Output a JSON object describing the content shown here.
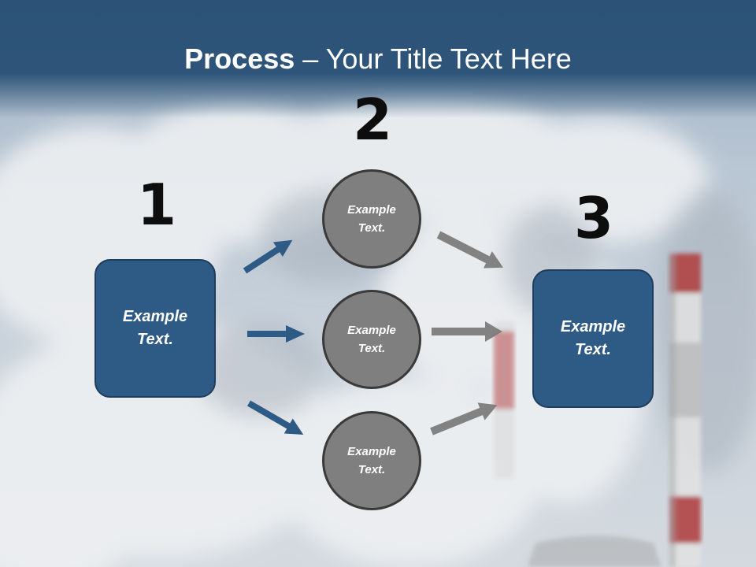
{
  "title": {
    "bold": "Process",
    "rest": " – Your Title Text Here"
  },
  "steps": [
    {
      "number": "1",
      "box_text": "Example Text."
    },
    {
      "number": "2"
    },
    {
      "number": "3",
      "box_text": "Example Text."
    }
  ],
  "circles": [
    {
      "text": "Example Text."
    },
    {
      "text": "Example Text."
    },
    {
      "text": "Example Text."
    }
  ],
  "colors": {
    "header": "#2e5579",
    "box_fill": "#2e5a86",
    "circle_fill": "#7f7f7f",
    "arrow_blue": "#2e5a86",
    "arrow_gray": "#7a7a7a"
  }
}
